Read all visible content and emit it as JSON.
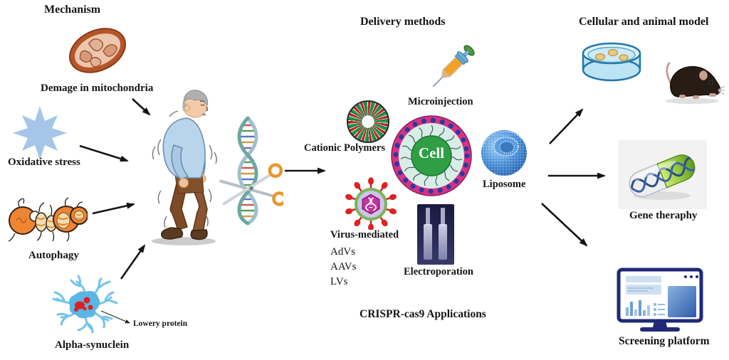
{
  "figure": {
    "mechanism": {
      "title": "Mechanism",
      "mitochondria_label": "Demage in mitochondria",
      "oxidative_label": "Oxidative stress",
      "autophagy_label": "Autophagy",
      "alpha_synuclein_label": "Alpha-synuclein",
      "lowery_label": "Lowery protein"
    },
    "delivery": {
      "title": "Delivery methods",
      "microinjection_label": "Microinjection",
      "cationic_label": "Cationic Polymers",
      "cell_label": "Cell",
      "liposome_label": "Liposome",
      "virus_label": "Virus-mediated",
      "virus_types": [
        "AdVs",
        "AAVs",
        "LVs"
      ],
      "electroporation_label": "Electroporation"
    },
    "applications_caption": "CRISPR-cas9 Applications",
    "outcomes": {
      "title": "Cellular and animal model",
      "gene_therapy_label": "Gene theraphy",
      "screening_label": "Screening platform"
    },
    "colors": {
      "arrow_black": "#151515",
      "oxidative_star_blue": "#a5c6e8",
      "autophagy_orange": "#ef8432",
      "mitochondria_orange": "#b4552a",
      "neuron_blue": "#74c4e8",
      "protein_red": "#e02020",
      "cell_core_green": "#2f9e44",
      "membrane_magenta": "#d63384",
      "membrane_dot_blue": "#2b3a9e",
      "liposome_blue": "#4a90d9",
      "virus_spike_red": "#dd2222",
      "capsule_green": "#76b82a",
      "monitor_navy": "#1e2a78"
    }
  }
}
